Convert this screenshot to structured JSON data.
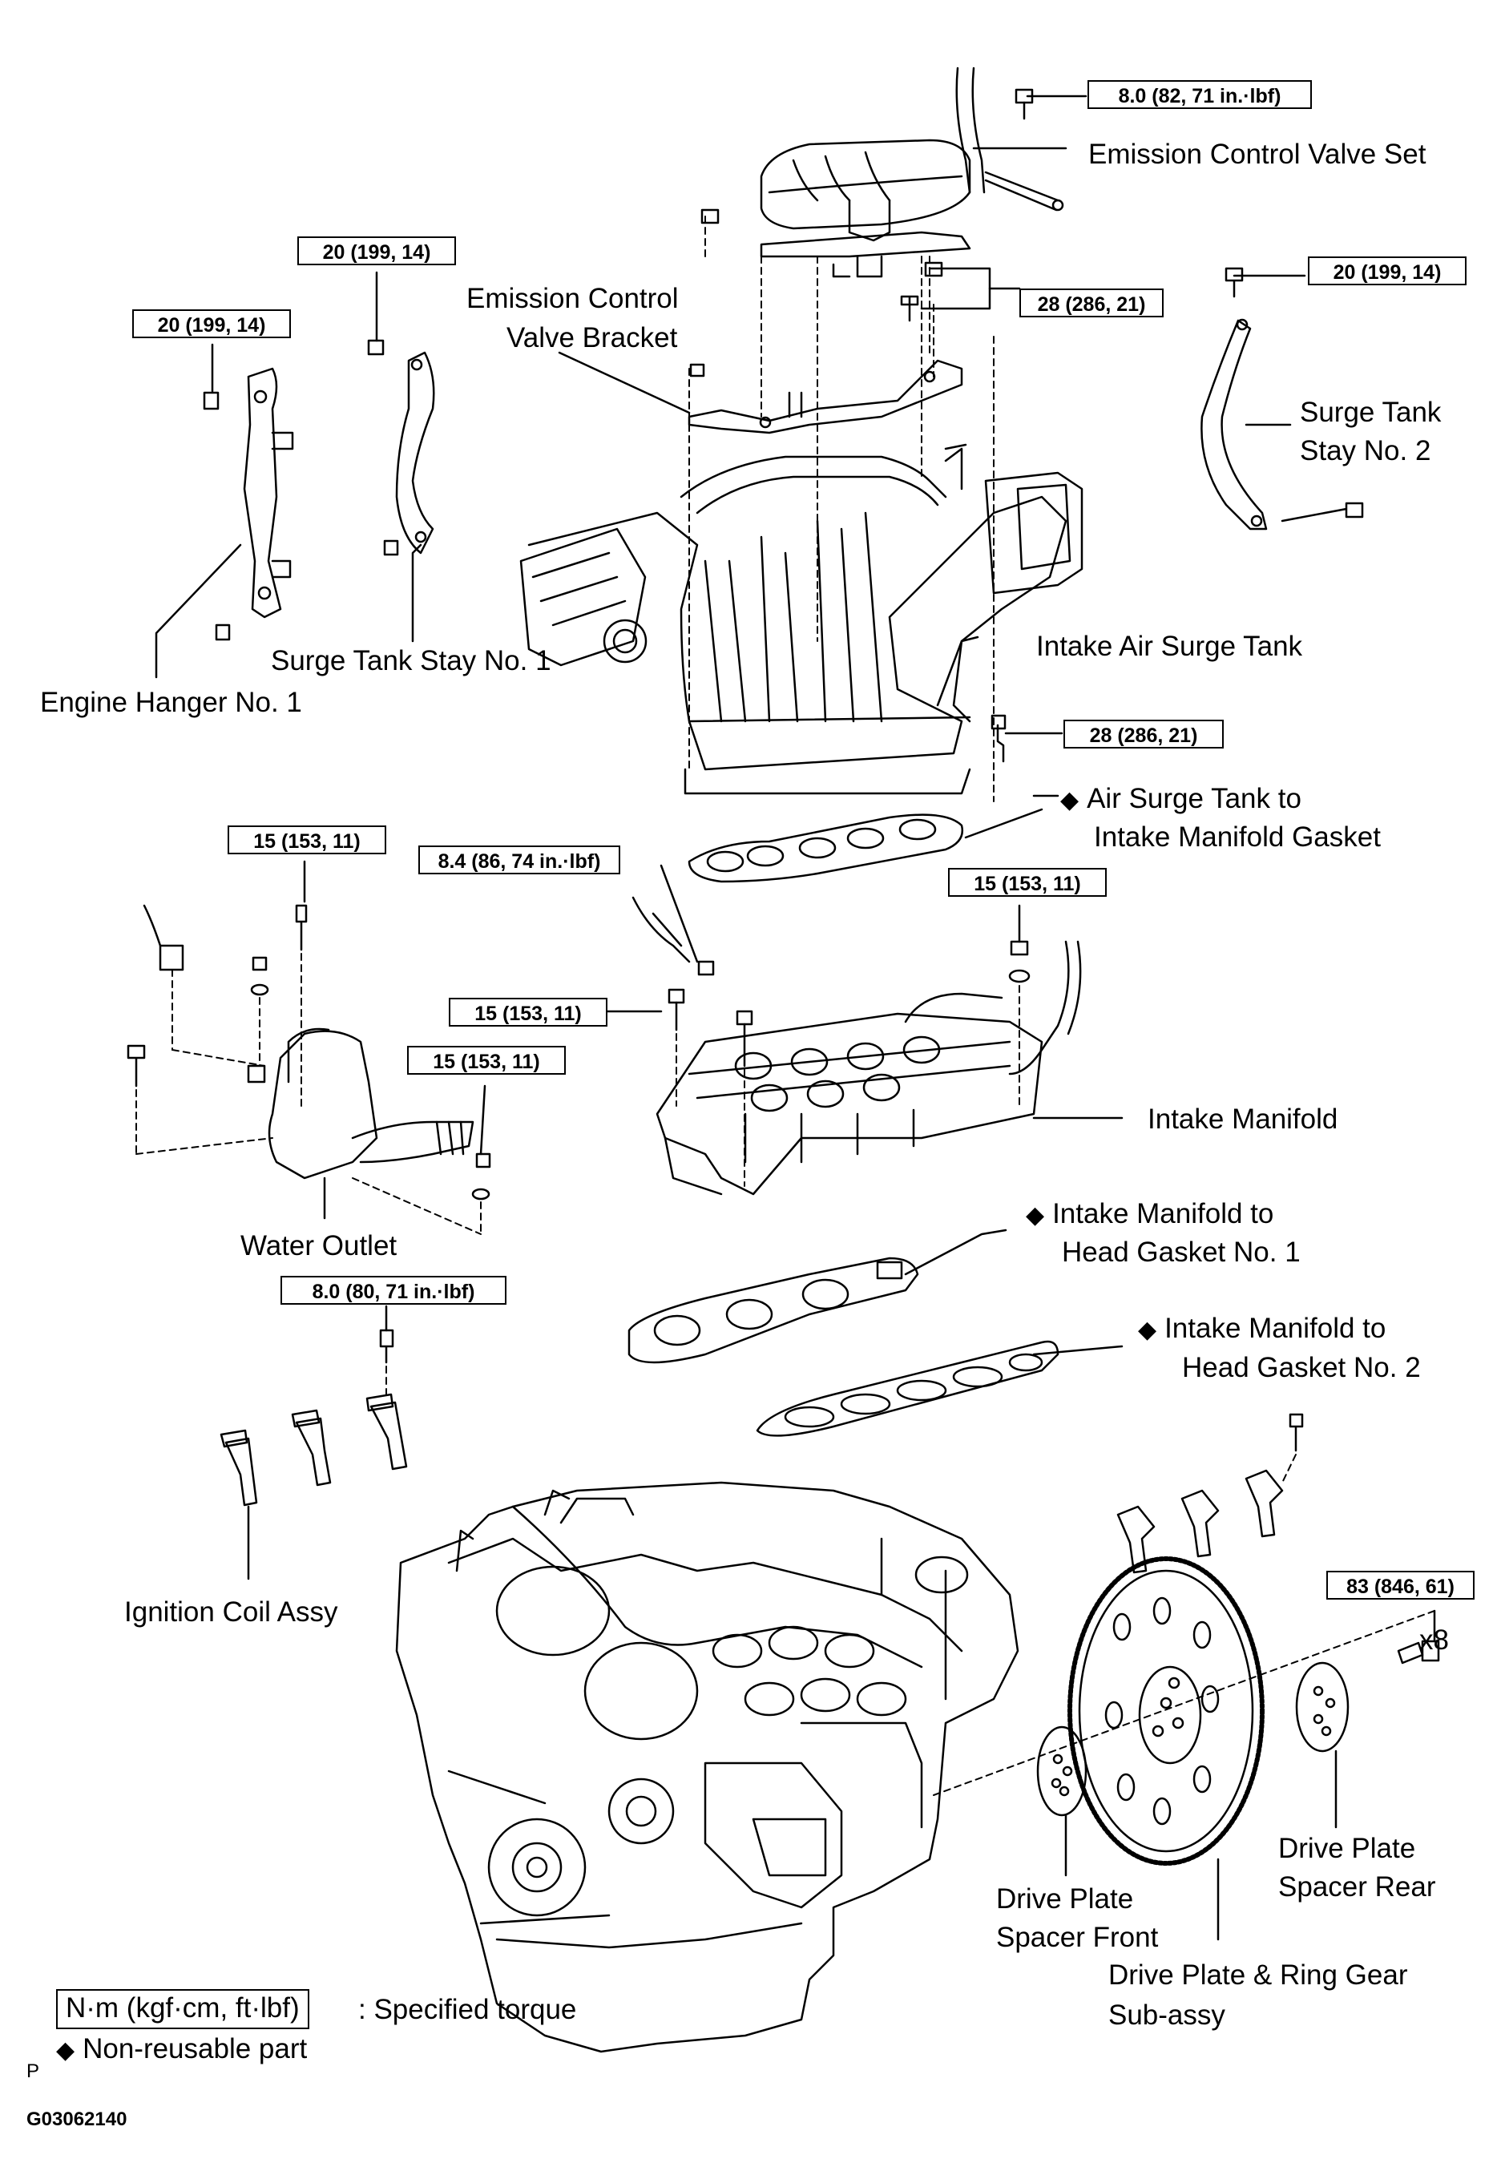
{
  "torque_boxes": {
    "t1": "8.0 (82, 71 in.·lbf)",
    "t2": "20 (199, 14)",
    "t3": "20 (199, 14)",
    "t4": "28 (286, 21)",
    "t5": "20 (199, 14)",
    "t6": "28 (286, 21)",
    "t7": "15 (153, 11)",
    "t8": "8.4 (86, 74 in.·lbf)",
    "t9": "15 (153, 11)",
    "t10": "15 (153, 11)",
    "t11": "15 (153, 11)",
    "t12": "8.0 (80, 71 in.·lbf)",
    "t13": "83 (846, 61)"
  },
  "labels": {
    "emission_valve_set": "Emission Control Valve Set",
    "emission_bracket_1": "Emission Control",
    "emission_bracket_2": "Valve Bracket",
    "surge_stay2_1": "Surge Tank",
    "surge_stay2_2": "Stay No. 2",
    "surge_stay1": "Surge Tank Stay No. 1",
    "engine_hanger": "Engine Hanger No. 1",
    "intake_surge_tank": "Intake Air Surge Tank",
    "air_gasket_1": "Air Surge Tank to",
    "air_gasket_2": "Intake Manifold Gasket",
    "intake_manifold": "Intake Manifold",
    "water_outlet": "Water Outlet",
    "head_gasket1_1": "Intake Manifold to",
    "head_gasket1_2": "Head Gasket No. 1",
    "head_gasket2_1": "Intake Manifold to",
    "head_gasket2_2": "Head Gasket No. 2",
    "ignition_coil": "Ignition Coil Assy",
    "x8": "x8",
    "spacer_rear_1": "Drive Plate",
    "spacer_rear_2": "Spacer Rear",
    "spacer_front_1": "Drive Plate",
    "spacer_front_2": "Spacer Front",
    "ring_gear_1": "Drive Plate & Ring Gear",
    "ring_gear_2": "Sub-assy"
  },
  "legend": {
    "torque_unit": "N·m (kgf·cm, ft·lbf)",
    "torque_desc": ": Specified torque",
    "nonreusable": "Non-reusable part",
    "diamond": "◆"
  },
  "footer": {
    "p": "P",
    "code": "G03062140"
  }
}
